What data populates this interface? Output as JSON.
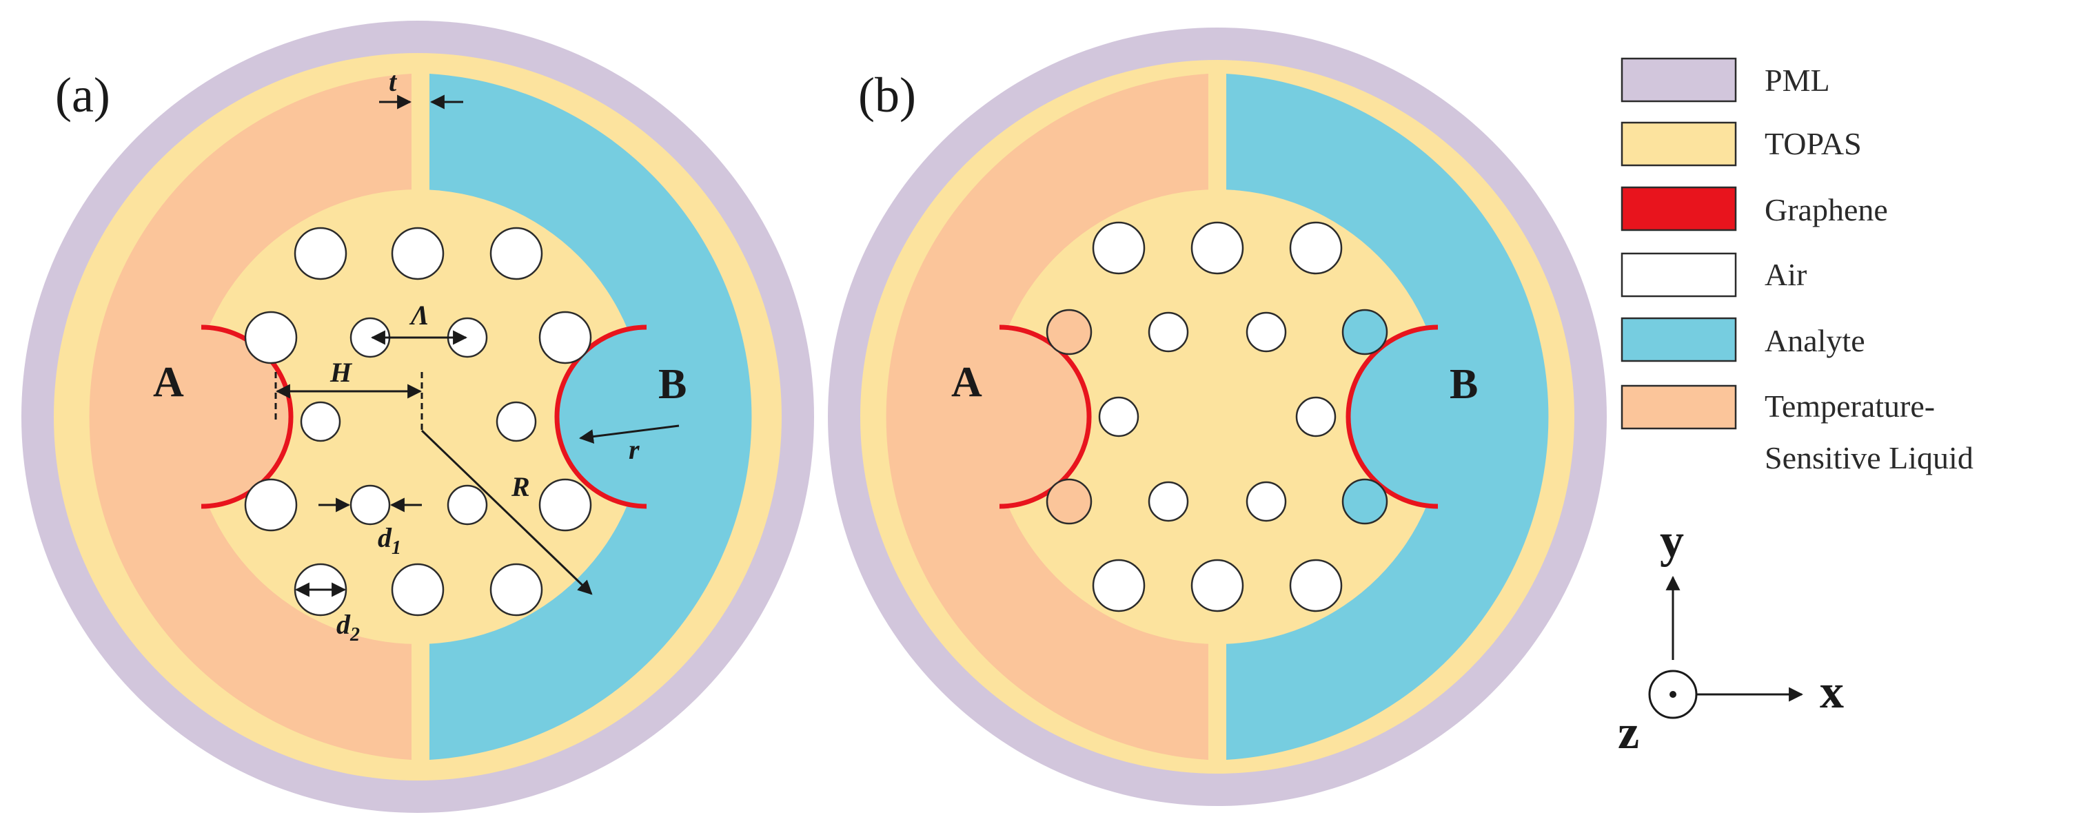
{
  "colors": {
    "pml": "#d2c6dc",
    "topas": "#fce39e",
    "graphene": "#e8141d",
    "air": "#ffffff",
    "analyte": "#76cde0",
    "liquid": "#fbc59a",
    "outline": "#2b2b2b"
  },
  "panels": [
    {
      "id": "a",
      "label": "(a)",
      "port_a": "A",
      "port_b": "B"
    },
    {
      "id": "b",
      "label": "(b)",
      "port_a": "A",
      "port_b": "B"
    }
  ],
  "dimensions": {
    "t": "t",
    "lambda": "Λ",
    "H": "H",
    "R": "R",
    "r": "r",
    "d1": "d",
    "d1_sub": "1",
    "d2": "d",
    "d2_sub": "2"
  },
  "legend": [
    {
      "key": "pml",
      "label": "PML"
    },
    {
      "key": "topas",
      "label": "TOPAS"
    },
    {
      "key": "graphene",
      "label": "Graphene"
    },
    {
      "key": "air",
      "label": "Air"
    },
    {
      "key": "analyte",
      "label": "Analyte"
    },
    {
      "key": "liquid",
      "label": "Temperature-",
      "label2": "Sensitive Liquid"
    }
  ],
  "axes": {
    "x": "x",
    "y": "y",
    "z": "z"
  }
}
